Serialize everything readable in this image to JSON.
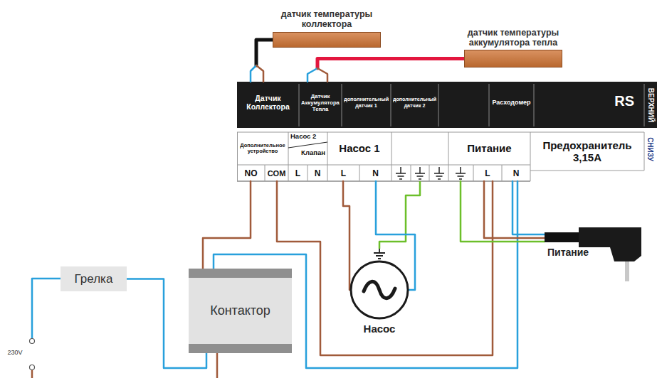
{
  "diagram": {
    "nodes": [
      {
        "text": [
          "датчик температуры коллектора"
        ]
      },
      {
        "text": [
          "датчик температуры аккумулятора тепла"
        ]
      },
      {
        "text": [
          "Датчик Коллектора"
        ]
      },
      {
        "text": [
          "Датчик Аккумулятора Тепла"
        ]
      },
      {
        "text": [
          "дополнительный датчик 1"
        ]
      },
      {
        "text": [
          "дополнительный датчик 2"
        ]
      },
      {
        "text": [
          "Расходомер"
        ]
      },
      {
        "text": [
          "RS"
        ]
      },
      {
        "text": [
          "Дополнительное устройство"
        ]
      },
      {
        "text": [
          "Насос 2",
          "Клапан"
        ]
      },
      {
        "text": [
          "Насос 1"
        ]
      },
      {
        "text": [
          "Питание"
        ]
      },
      {
        "text": [
          "Предохранитель 3,15А"
        ]
      },
      {
        "text": [
          "Грелка"
        ]
      },
      {
        "text": [
          "Контактор"
        ]
      },
      {
        "text": [
          "Насос"
        ]
      },
      {
        "text": [
          "Питание"
        ]
      }
    ],
    "edges": [
      {
        "from": 0,
        "to": 2,
        "arrow": "none"
      },
      {
        "from": 1,
        "to": 3,
        "arrow": "none"
      },
      {
        "from": 8,
        "to": 14,
        "arrow": "none"
      },
      {
        "from": 8,
        "to": 11,
        "arrow": "none"
      },
      {
        "from": 14,
        "to": 11,
        "arrow": "none"
      },
      {
        "from": 13,
        "to": 14,
        "arrow": "none"
      },
      {
        "from": 15,
        "to": 10,
        "arrow": "none"
      },
      {
        "from": 15,
        "to": 10,
        "arrow": "none"
      },
      {
        "from": 16,
        "to": 11,
        "arrow": "none"
      },
      {
        "from": 16,
        "to": 11,
        "arrow": "none"
      },
      {
        "from": 16,
        "to": 11,
        "arrow": "none"
      }
    ],
    "labels": [
      "ВЕРХНИЙ",
      "СНИЗУ",
      "NO",
      "COM",
      "L",
      "N",
      "L",
      "N",
      "L",
      "N",
      "230V"
    ]
  }
}
